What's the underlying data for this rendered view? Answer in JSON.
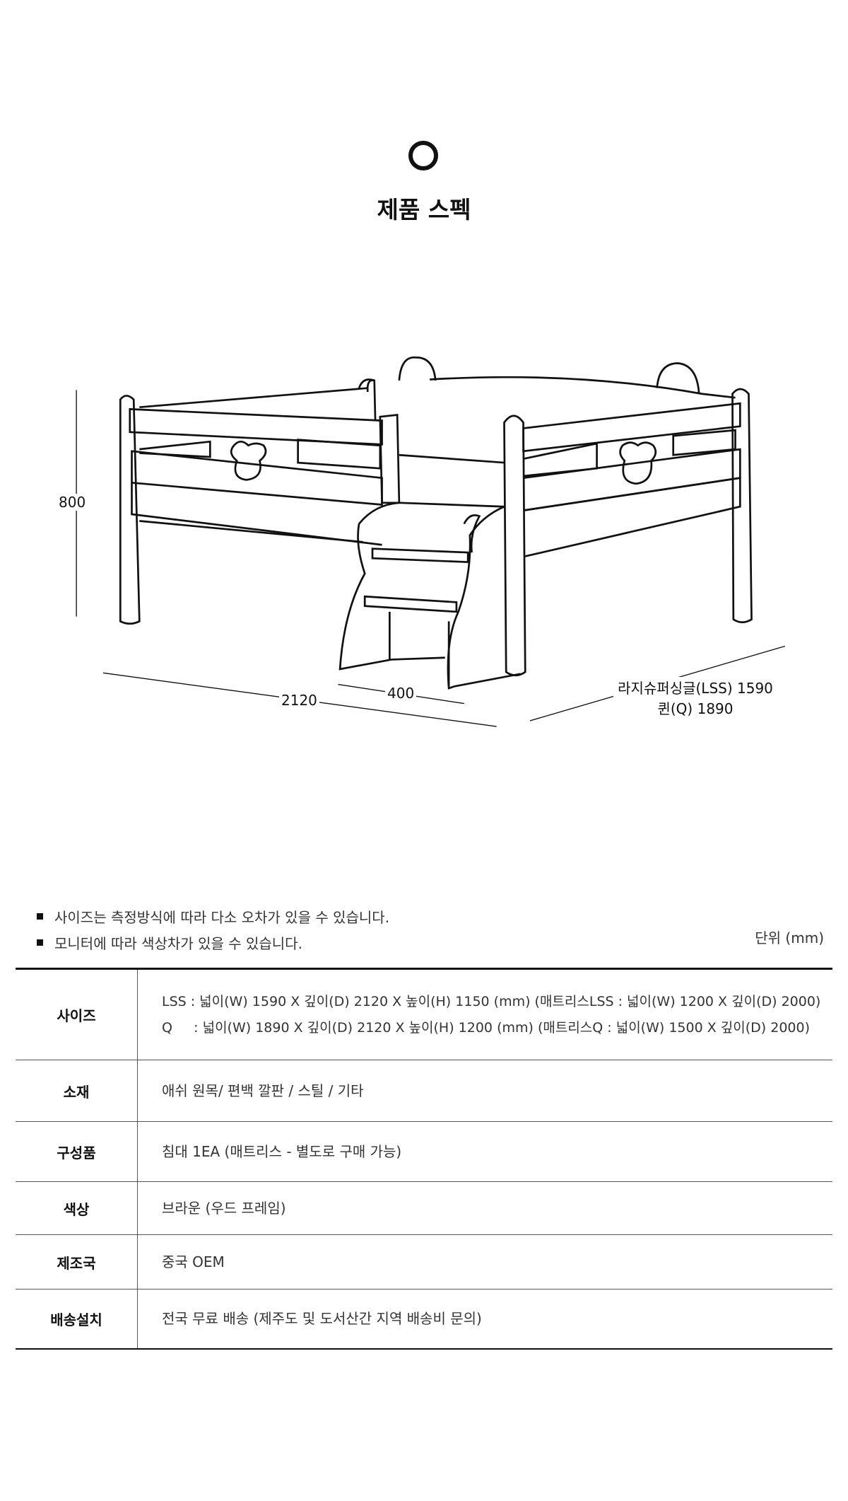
{
  "header": {
    "title": "제품 스펙"
  },
  "drawing": {
    "height_label": "800",
    "depth_label": "2120",
    "step_label": "400",
    "width_label_lss": "라지슈퍼싱글(LSS) 1590",
    "width_label_q": "퀸(Q) 1890"
  },
  "notes": [
    "사이즈는 측정방식에 따라 다소 오차가 있을 수 있습니다.",
    "모니터에 따라 색상차가 있을 수 있습니다."
  ],
  "unit": "단위 (mm)",
  "specs": [
    {
      "label": "사이즈",
      "values": [
        "LSS : 넓이(W) 1590 X 깊이(D) 2120 X 높이(H) 1150 (mm) (매트리스LSS : 넓이(W) 1200 X 깊이(D) 2000)",
        "Q     : 넓이(W) 1890 X 깊이(D) 2120 X 높이(H) 1200 (mm) (매트리스Q : 넓이(W) 1500 X 깊이(D) 2000)"
      ]
    },
    {
      "label": "소재",
      "values": [
        "애쉬 원목/ 편백 깔판 / 스틸 / 기타"
      ]
    },
    {
      "label": "구성품",
      "values": [
        "침대 1EA (매트리스 - 별도로 구매 가능)"
      ]
    },
    {
      "label": "색상",
      "values": [
        "브라운 (우드 프레임)"
      ]
    },
    {
      "label": "제조국",
      "values": [
        "중국 OEM"
      ]
    },
    {
      "label": "배송설치",
      "values": [
        "전국 무료 배송 (제주도 및 도서산간 지역 배송비 문의)"
      ]
    }
  ]
}
